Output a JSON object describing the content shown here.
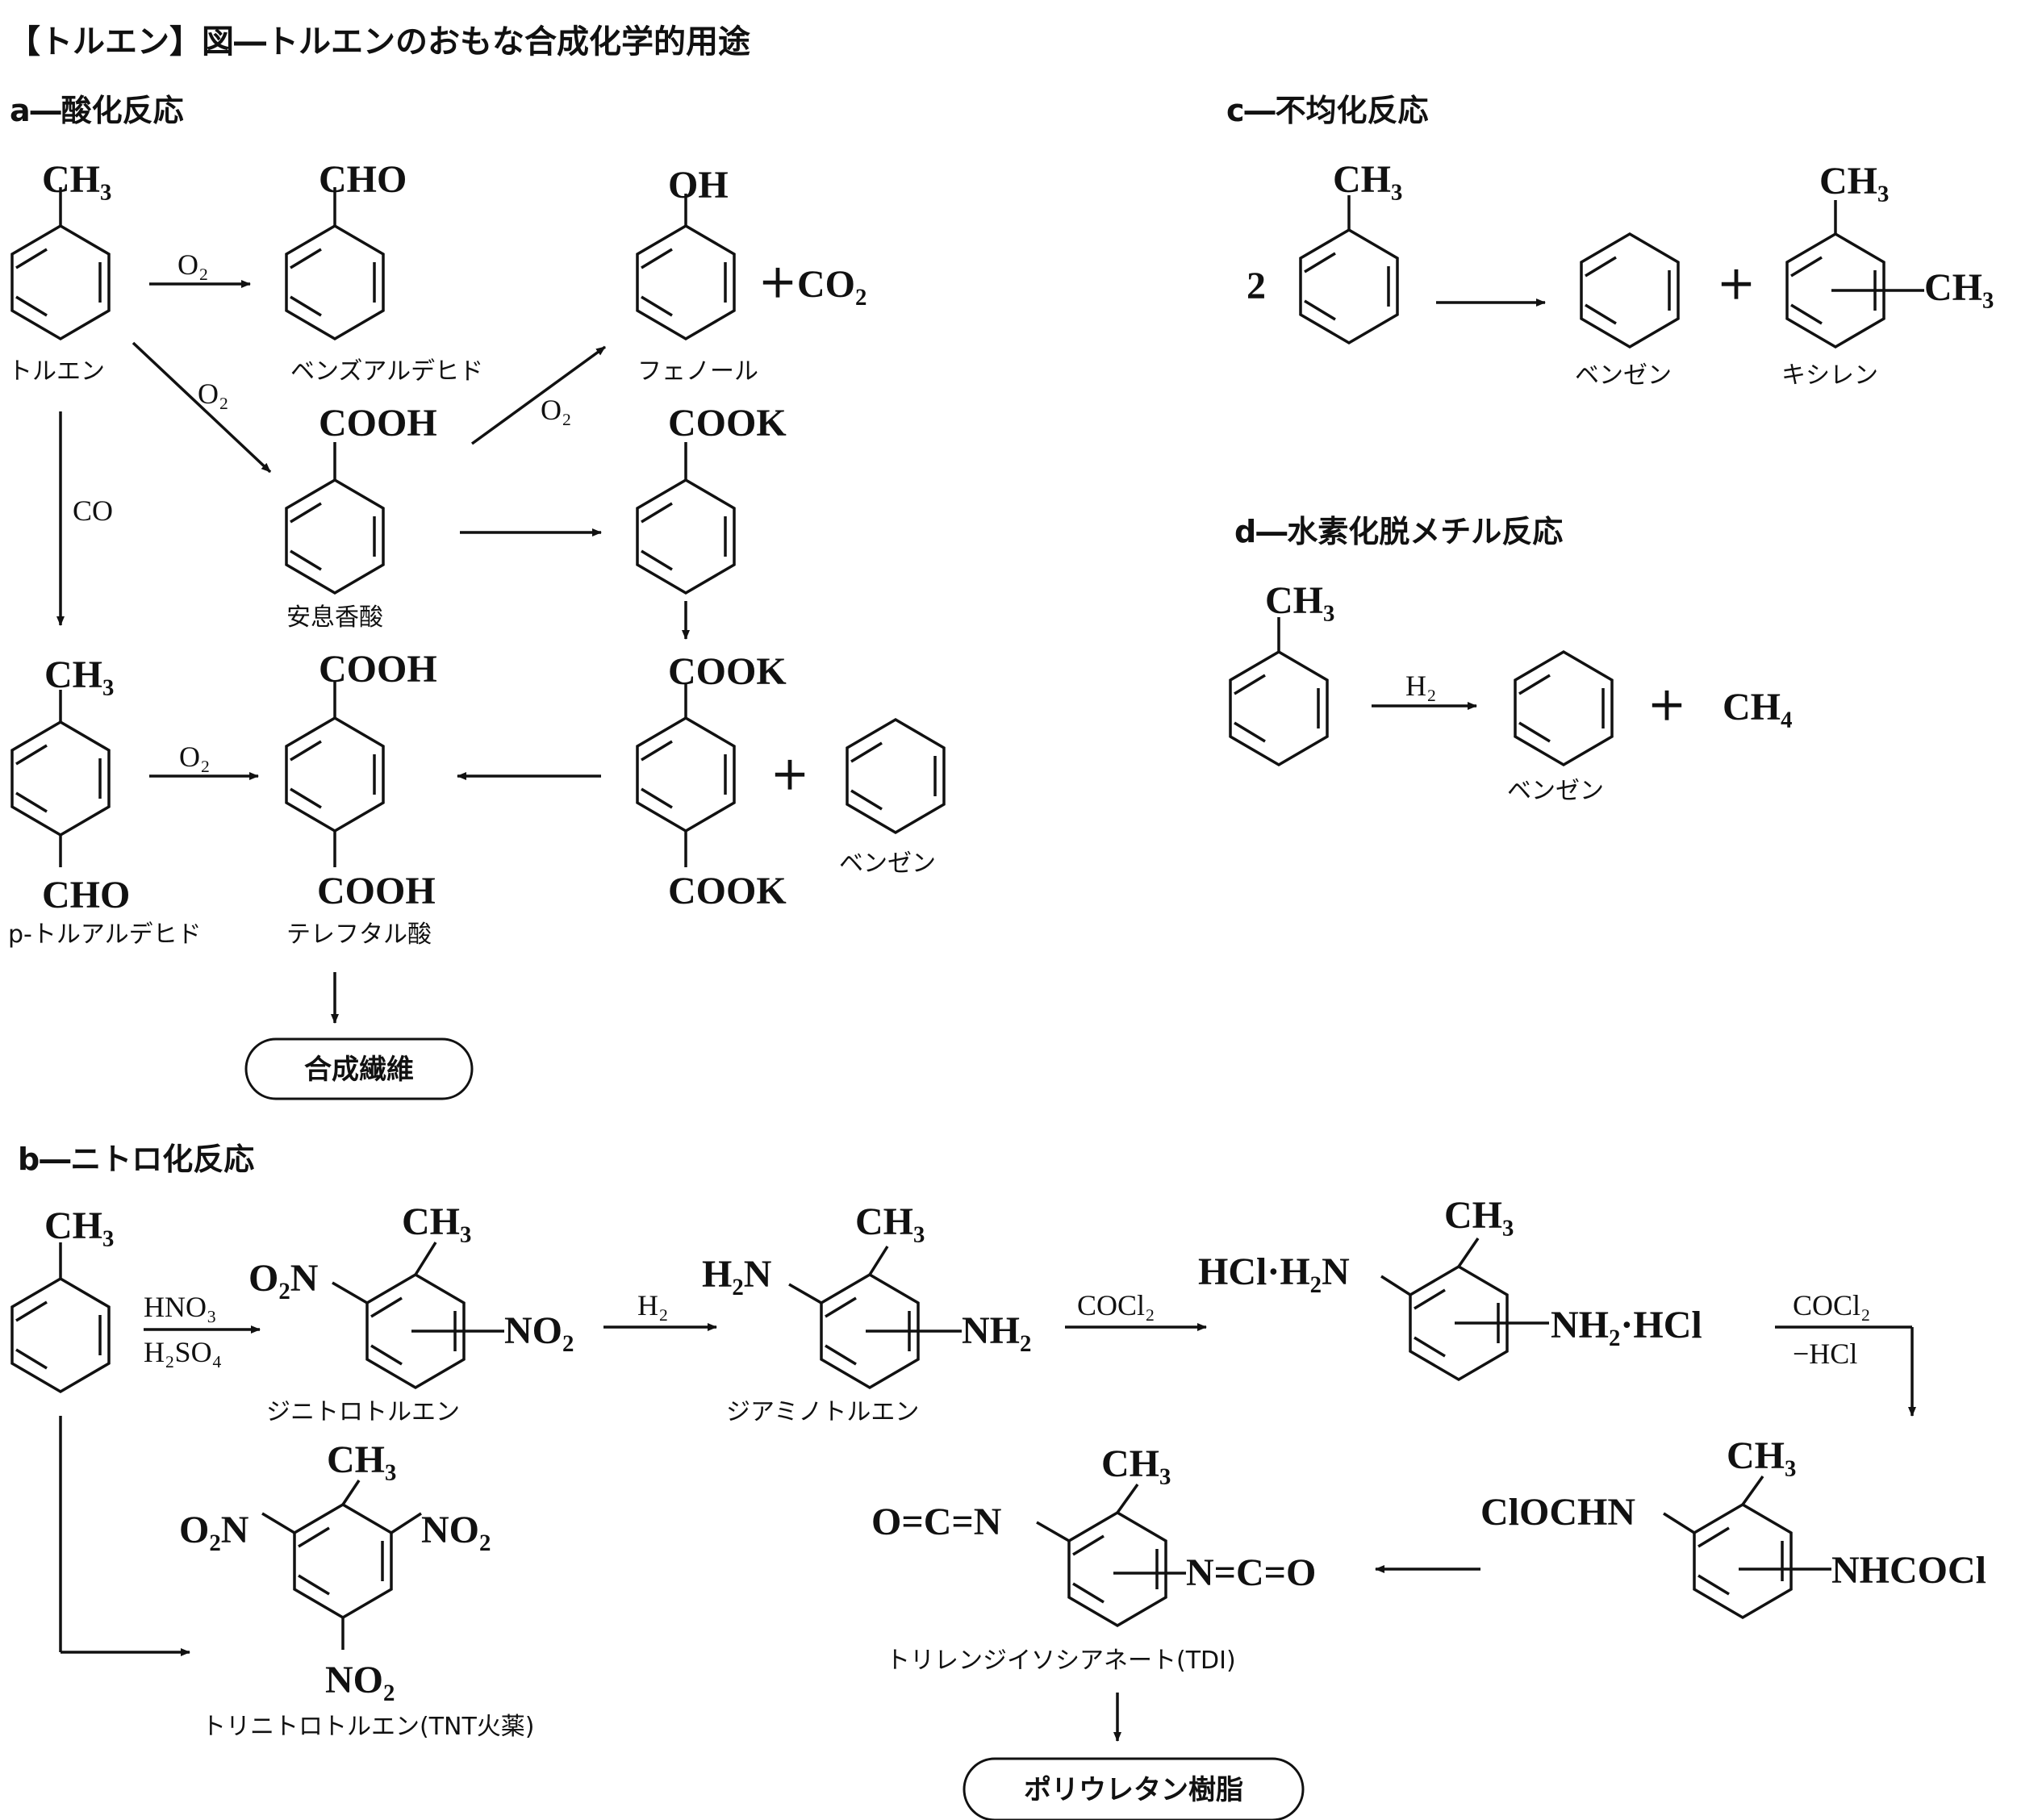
{
  "title": "【トルエン】図―トルエンのおもな合成化学的用途",
  "sections": {
    "a": "a―酸化反応",
    "b": "b―ニトロ化反応",
    "c": "c―不均化反応",
    "d": "d―水素化脱メチル反応"
  },
  "a": {
    "toluene_sub": "CH₃",
    "toluene_name": "トルエン",
    "benzaldehyde_sub": "CHO",
    "benzaldehyde_name": "ベンズアルデヒド",
    "phenol_sub": "OH",
    "phenol_name": "フェノール",
    "plus_co2": "＋CO₂",
    "benzoic_sub": "COOH",
    "benzoic_name": "安息香酸",
    "kbenzoate_sub": "COOK",
    "ptolual_top": "CH₃",
    "ptolual_bottom": "CHO",
    "ptolual_name": "p-トルアルデヒド",
    "tpa_top": "COOH",
    "tpa_bottom": "COOH",
    "tpa_name": "テレフタル酸",
    "kterephthalate_top": "COOK",
    "kterephthalate_bottom": "COOK",
    "plus": "＋",
    "benzene_name": "ベンゼン",
    "cond_o2_1": "O₂",
    "cond_o2_2": "O₂",
    "cond_o2_3": "O₂",
    "cond_o2_4": "O₂",
    "cond_co": "CO",
    "fiber_box": "合成繊維"
  },
  "b": {
    "toluene_sub": "CH₃",
    "cond_hno3": "HNO₃",
    "cond_h2so4": "H₂SO₄",
    "dnt_ch3": "CH₃",
    "dnt_o2n": "O₂N",
    "dnt_no2": "NO₂",
    "dnt_name": "ジニトロトルエン",
    "cond_h2": "H₂",
    "dat_ch3": "CH₃",
    "dat_h2n": "H₂N",
    "dat_nh2": "NH₂",
    "dat_name": "ジアミノトルエン",
    "cond_cocl2": "COCl₂",
    "hcl_ch3": "CH₃",
    "hcl_left": "HCl·H₂N",
    "hcl_right": "NH₂·HCl",
    "cond_cocl2_b": "COCl₂",
    "cond_minus_hcl": "−HCl",
    "carb_ch3": "CH₃",
    "carb_left": "ClOCHN",
    "carb_right": "NHCOCl",
    "tdi_ch3": "CH₃",
    "tdi_left": "O=C=N",
    "tdi_right": "N=C=O",
    "tdi_name": "トリレンジイソシアネート(TDI)",
    "tnt_ch3": "CH₃",
    "tnt_o2n": "O₂N",
    "tnt_no2_right": "NO₂",
    "tnt_no2_bottom": "NO₂",
    "tnt_name": "トリニトロトルエン(TNT火薬)",
    "pu_box": "ポリウレタン樹脂"
  },
  "c": {
    "coef": "2",
    "toluene_sub": "CH₃",
    "plus": "＋",
    "benzene_name": "ベンゼン",
    "xylene_sub_top": "CH₃",
    "xylene_sub_side": "CH₃",
    "xylene_name": "キシレン"
  },
  "d": {
    "toluene_sub": "CH₃",
    "cond_h2": "H₂",
    "benzene_name": "ベンゼン",
    "plus": "＋",
    "ch4": "CH₄"
  }
}
